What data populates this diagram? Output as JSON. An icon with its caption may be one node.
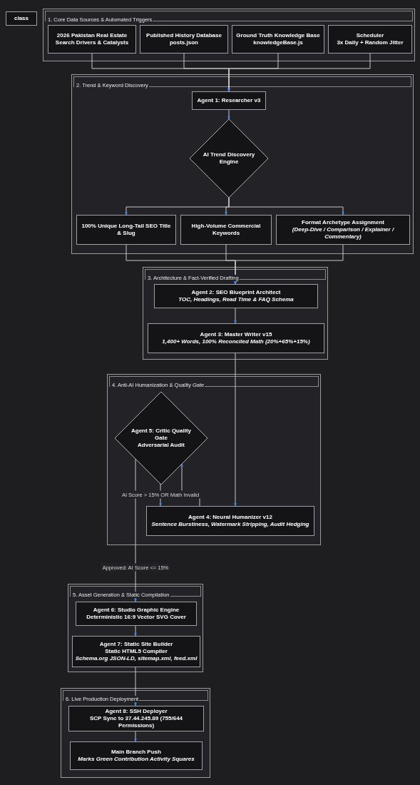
{
  "diagram": {
    "nodes": [
      {
        "text": [
          "class"
        ]
      },
      {
        "text": [
          "1. Core Data Sources & Automated Triggers"
        ]
      },
      {
        "text": [
          "2026 Pakistan Real Estate",
          "Search Drivers & Catalysts"
        ],
        "in": 1
      },
      {
        "text": [
          "Published History Database",
          "posts.json"
        ],
        "in": 1
      },
      {
        "text": [
          "Ground Truth Knowledge Base",
          "knowledgeBase.js"
        ],
        "in": 1
      },
      {
        "text": [
          "Scheduler",
          "3x Daily + Random Jitter"
        ],
        "in": 1
      },
      {
        "text": [
          "2. Trend & Keyword Discovery"
        ]
      },
      {
        "text": [
          "Agent 1: Researcher v3"
        ],
        "in": 6
      },
      {
        "text": [
          "AI Trend Discovery Engine"
        ],
        "in": 6
      },
      {
        "text": [
          "100% Unique Long-Tail SEO Title & Slug"
        ],
        "in": 6
      },
      {
        "text": [
          "High-Volume Commercial Keywords"
        ],
        "in": 6
      },
      {
        "text": [
          "Format Archetype Assignment",
          "*(Deep-Dive / Comparison / Explainer / Commentary)*"
        ],
        "in": 6
      },
      {
        "text": [
          "3. Architecture & Fact-Verified Drafting"
        ]
      },
      {
        "text": [
          "Agent 2: SEO Blueprint Architect",
          "*TOC, Headings, Read Time & FAQ Schema*"
        ],
        "in": 12
      },
      {
        "text": [
          "Agent 3: Master Writer v15",
          "*1,400+ Words, 100% Reconciled Math (20%+65%+15%)*"
        ],
        "in": 12
      },
      {
        "text": [
          "4. Anti-AI Humanization & Quality Gate"
        ]
      },
      {
        "text": [
          "Agent 5: Critic Quality Gate",
          "Adversarial Audit"
        ],
        "in": 15
      },
      {
        "text": [
          "Agent 4: Neural Humanizer v12",
          "*Sentence Burstiness, Watermark Stripping, Audit Hedging*"
        ],
        "in": 15
      },
      {
        "text": [
          "5. Asset Generation & Static Compilation"
        ]
      },
      {
        "text": [
          "Agent 6: Studio Graphic Engine",
          "Deterministic 16:9 Vector SVG Cover"
        ],
        "in": 18
      },
      {
        "text": [
          "Agent 7: Static Site Builder",
          "Static HTML5 Compiler",
          "*Schema.org JSON-LD, sitemap.xml, feed.xml*"
        ],
        "in": 18
      },
      {
        "text": [
          "6. Live Production Deployment"
        ]
      },
      {
        "text": [
          "Agent 8: SSH Deployer",
          "SCP Sync to 37.44.245.89 (755/644 Permissions)"
        ],
        "in": 21
      },
      {
        "text": [
          "Main Branch Push",
          "*Marks Green Contribution Activity Squares*"
        ],
        "in": 21
      }
    ],
    "edges": [
      {
        "from": 2,
        "to": 7,
        "arrow": "to"
      },
      {
        "from": 3,
        "to": 7,
        "arrow": "to"
      },
      {
        "from": 4,
        "to": 7,
        "arrow": "to"
      },
      {
        "from": 5,
        "to": 7,
        "arrow": "to"
      },
      {
        "from": 7,
        "to": 8,
        "arrow": "to"
      },
      {
        "from": 8,
        "to": 9,
        "arrow": "to"
      },
      {
        "from": 8,
        "to": 10,
        "arrow": "to"
      },
      {
        "from": 8,
        "to": 11,
        "arrow": "to"
      },
      {
        "from": 9,
        "to": 13,
        "arrow": "to"
      },
      {
        "from": 10,
        "to": 13,
        "arrow": "to"
      },
      {
        "from": 11,
        "to": 13,
        "arrow": "to"
      },
      {
        "from": 13,
        "to": 14,
        "arrow": "to"
      },
      {
        "from": 14,
        "to": 17,
        "arrow": "to"
      },
      {
        "from": 17,
        "to": 16,
        "arrow": "to"
      },
      {
        "from": 16,
        "to": 17,
        "label": "AI Score > 15% OR Math Invalid",
        "arrow": "to"
      },
      {
        "from": 16,
        "to": 19,
        "label": "Approved: AI Score <= 15%",
        "arrow": "to"
      },
      {
        "from": 19,
        "to": 20,
        "arrow": "to"
      },
      {
        "from": 20,
        "to": 22,
        "arrow": "to"
      },
      {
        "from": 22,
        "to": 23,
        "arrow": "to"
      }
    ]
  }
}
